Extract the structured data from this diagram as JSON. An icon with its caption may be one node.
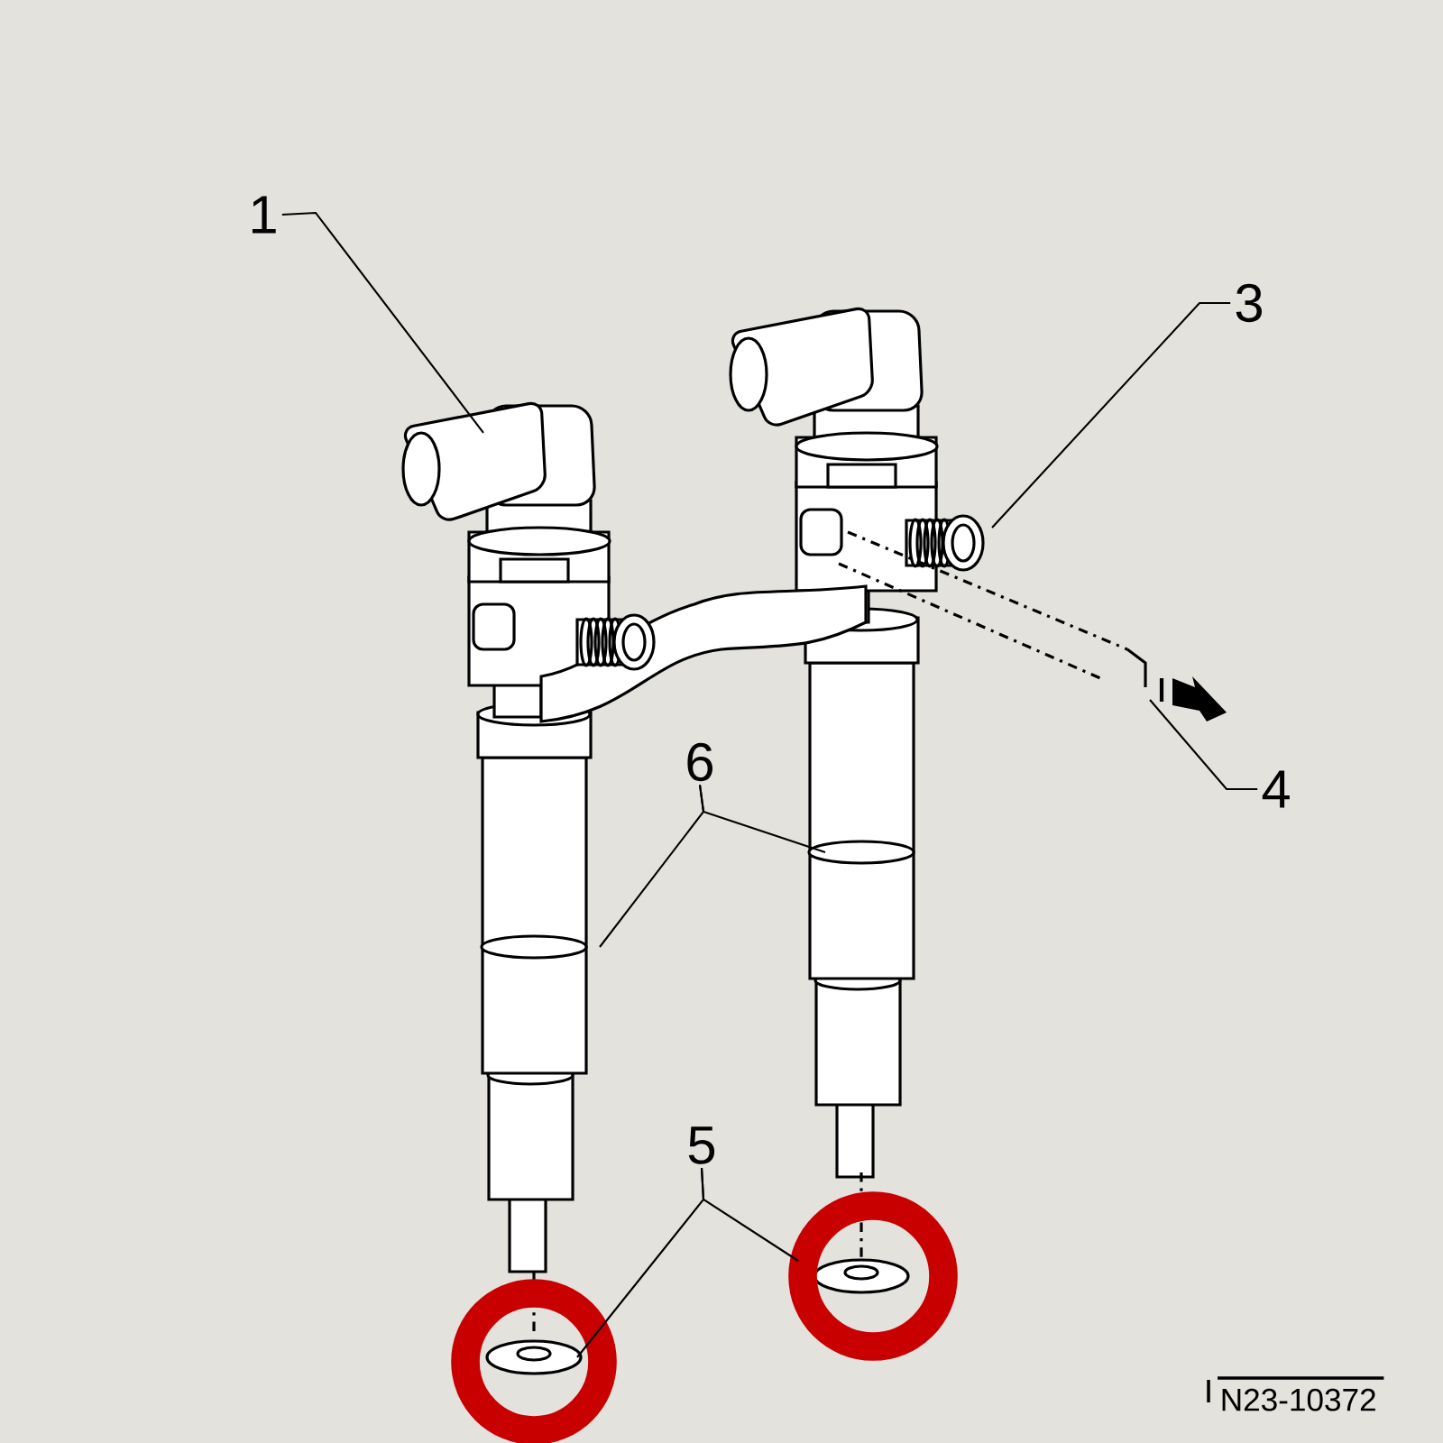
{
  "diagram": {
    "nodes": [
      {
        "text": [
          "1"
        ]
      },
      {
        "text": [
          "3"
        ]
      },
      {
        "text": [
          "4"
        ]
      },
      {
        "text": [
          "6"
        ]
      },
      {
        "text": [
          "5"
        ]
      }
    ],
    "edges": [
      {
        "from": 0,
        "to": null,
        "arrow": "none"
      },
      {
        "from": 1,
        "to": null,
        "arrow": "none"
      },
      {
        "from": 2,
        "to": null,
        "arrow": "none"
      },
      {
        "from": 3,
        "to": null,
        "arrow": "none"
      },
      {
        "from": 3,
        "to": null,
        "arrow": "none"
      },
      {
        "from": 4,
        "to": null,
        "arrow": "none"
      },
      {
        "from": 4,
        "to": null,
        "arrow": "none"
      }
    ],
    "labels": [
      "N23-10372"
    ]
  }
}
